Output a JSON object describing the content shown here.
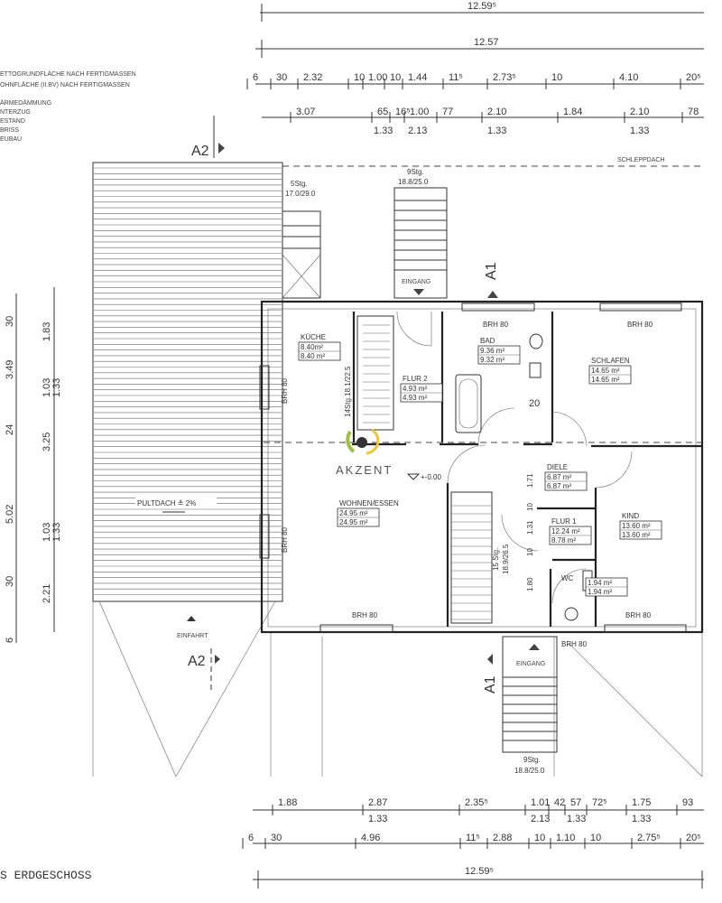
{
  "legend": {
    "lines": [
      "ETTOGRUNDFLÄCHE NACH FERTIGMASSEN",
      "OHNFLÄCHE (II.BV) NACH FERTIGMASSEN"
    ],
    "categories": [
      "ÄRMEDÄMMUNG",
      "NTERZUG",
      "ESTAND",
      "BRISS",
      "EUBAU"
    ]
  },
  "title": "S ERDGESCHOSS",
  "logo": {
    "text": "AKZENT",
    "green": "#9bc23c",
    "yellow": "#f2c230"
  },
  "dimensions": {
    "top_total": "12.59⁵",
    "top_overall": "12.57",
    "top_row1": [
      "6",
      "30",
      "2.32",
      "10",
      "1.00",
      "10",
      "1.44",
      "11⁵",
      "2.73⁵",
      "10",
      "4.10",
      "20⁵"
    ],
    "top_row2": [
      "3.07",
      "65",
      "16⁵",
      "1.00",
      "77",
      "2.10",
      "1.84",
      "2.10",
      "78"
    ],
    "top_row2_sub": [
      "1.33",
      "2.13",
      "1.33",
      "1.33"
    ],
    "bottom_row1": [
      "1.88",
      "2.87",
      "2.35⁵",
      "1.01",
      "42",
      "57",
      "72⁵",
      "1.75",
      "93"
    ],
    "bottom_row1_sub": [
      "1.33",
      "2.13",
      "1.33",
      "1.33"
    ],
    "bottom_row2": [
      "6",
      "30",
      "4.96",
      "11⁵",
      "2.88",
      "10",
      "1.10",
      "10",
      "2.75⁵",
      "20⁵"
    ],
    "bottom_total": "12.59⁵",
    "left_outer": [
      "30",
      "3.49",
      "24",
      "5.02",
      "30",
      "6"
    ],
    "left_inner": [
      "1.83",
      "1.03",
      "1.33",
      "3.25",
      "1.03",
      "1.33",
      "2.21"
    ]
  },
  "rooms": [
    {
      "name": "KÜCHE",
      "area1": "8.40m²",
      "area2": "8.40 m²"
    },
    {
      "name": "FLUR 2",
      "area1": "4.93 m²",
      "area2": "4.93 m²"
    },
    {
      "name": "BAD",
      "area1": "9.36 m²",
      "area2": "9.32 m²"
    },
    {
      "name": "SCHLAFEN",
      "area1": "14.65 m²",
      "area2": "14.65 m²"
    },
    {
      "name": "WOHNEN/ESSEN",
      "area1": "24.95 m²",
      "area2": "24.95 m²"
    },
    {
      "name": "DIELE",
      "area1": "6.87 m²",
      "area2": "6.87 m²"
    },
    {
      "name": "FLUR 1",
      "area1": "12.24 m²",
      "area2": "8.78 m²"
    },
    {
      "name": "KIND",
      "area1": "13.60 m²",
      "area2": "13.60 m²"
    },
    {
      "name": "WC",
      "area1": "1.94 m²",
      "area2": "1.94 m²"
    }
  ],
  "labels": {
    "brh": "BRH 80",
    "stair_inner": "14Stg.18.1/22.5",
    "stair_cellar_1": "15 Stg.",
    "stair_cellar_2": "18.9/26.5",
    "stair_small_1": "5Stg.",
    "stair_small_2": "17.0/29.0",
    "stair_entry_1": "9Stg.",
    "stair_entry_2": "18.8/25.0",
    "eingang": "EINGANG",
    "schleppdach": "SCHLEPPDACH",
    "pultdach": "PULTDACH ≙ 2%",
    "einfahrt": "EINFAHRT",
    "level": "+-0.00",
    "section_a1": "A1",
    "section_a2": "A2",
    "dim_20": "20",
    "dim_171": "1.71",
    "dim_10": "10",
    "dim_131": "1.31",
    "dim_180": "1.80"
  }
}
